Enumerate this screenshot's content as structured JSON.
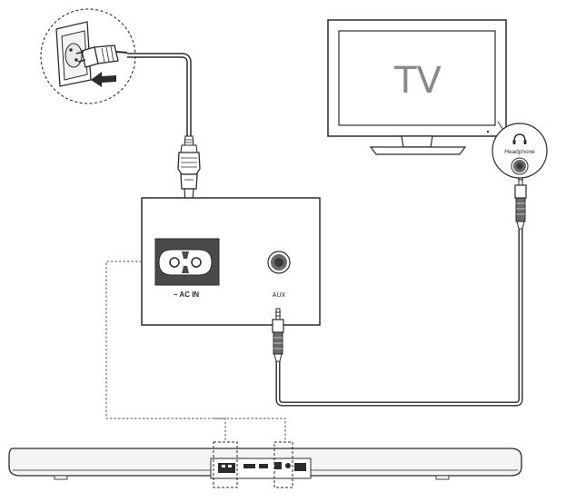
{
  "tv": {
    "label": "TV"
  },
  "headphone_port": {
    "label": "Headphone",
    "icon": "headphone-icon"
  },
  "rear_panel": {
    "ac_label": "~ AC IN",
    "aux_label": "AUX"
  },
  "colors": {
    "line": "#2b2b2b",
    "panel_dark": "#4a4a4a",
    "tv_text": "#8a8a8a",
    "soundbar_fill": "#f4f4f4"
  }
}
